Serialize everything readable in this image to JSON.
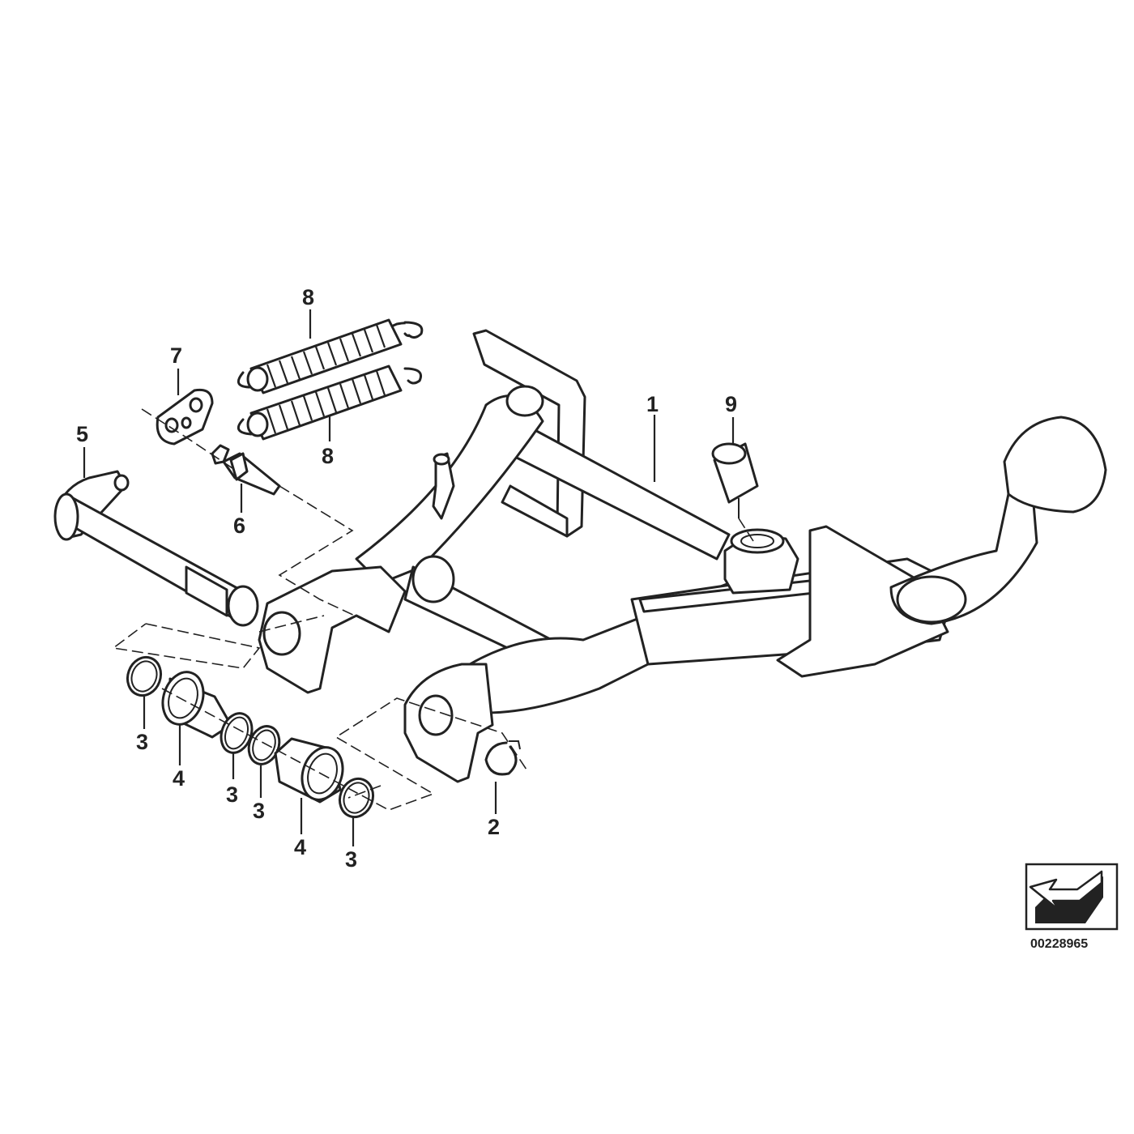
{
  "diagram": {
    "reference_number": "00228965",
    "callouts": [
      {
        "id": "c1",
        "label": "1"
      },
      {
        "id": "c2",
        "label": "2"
      },
      {
        "id": "c3a",
        "label": "3"
      },
      {
        "id": "c3b",
        "label": "3"
      },
      {
        "id": "c3c",
        "label": "3"
      },
      {
        "id": "c3d",
        "label": "3"
      },
      {
        "id": "c4a",
        "label": "4"
      },
      {
        "id": "c4b",
        "label": "4"
      },
      {
        "id": "c5",
        "label": "5"
      },
      {
        "id": "c6",
        "label": "6"
      },
      {
        "id": "c7",
        "label": "7"
      },
      {
        "id": "c8a",
        "label": "8"
      },
      {
        "id": "c8b",
        "label": "8"
      },
      {
        "id": "c9",
        "label": "9"
      }
    ],
    "orientation_icon": "arrow-direction-icon"
  }
}
